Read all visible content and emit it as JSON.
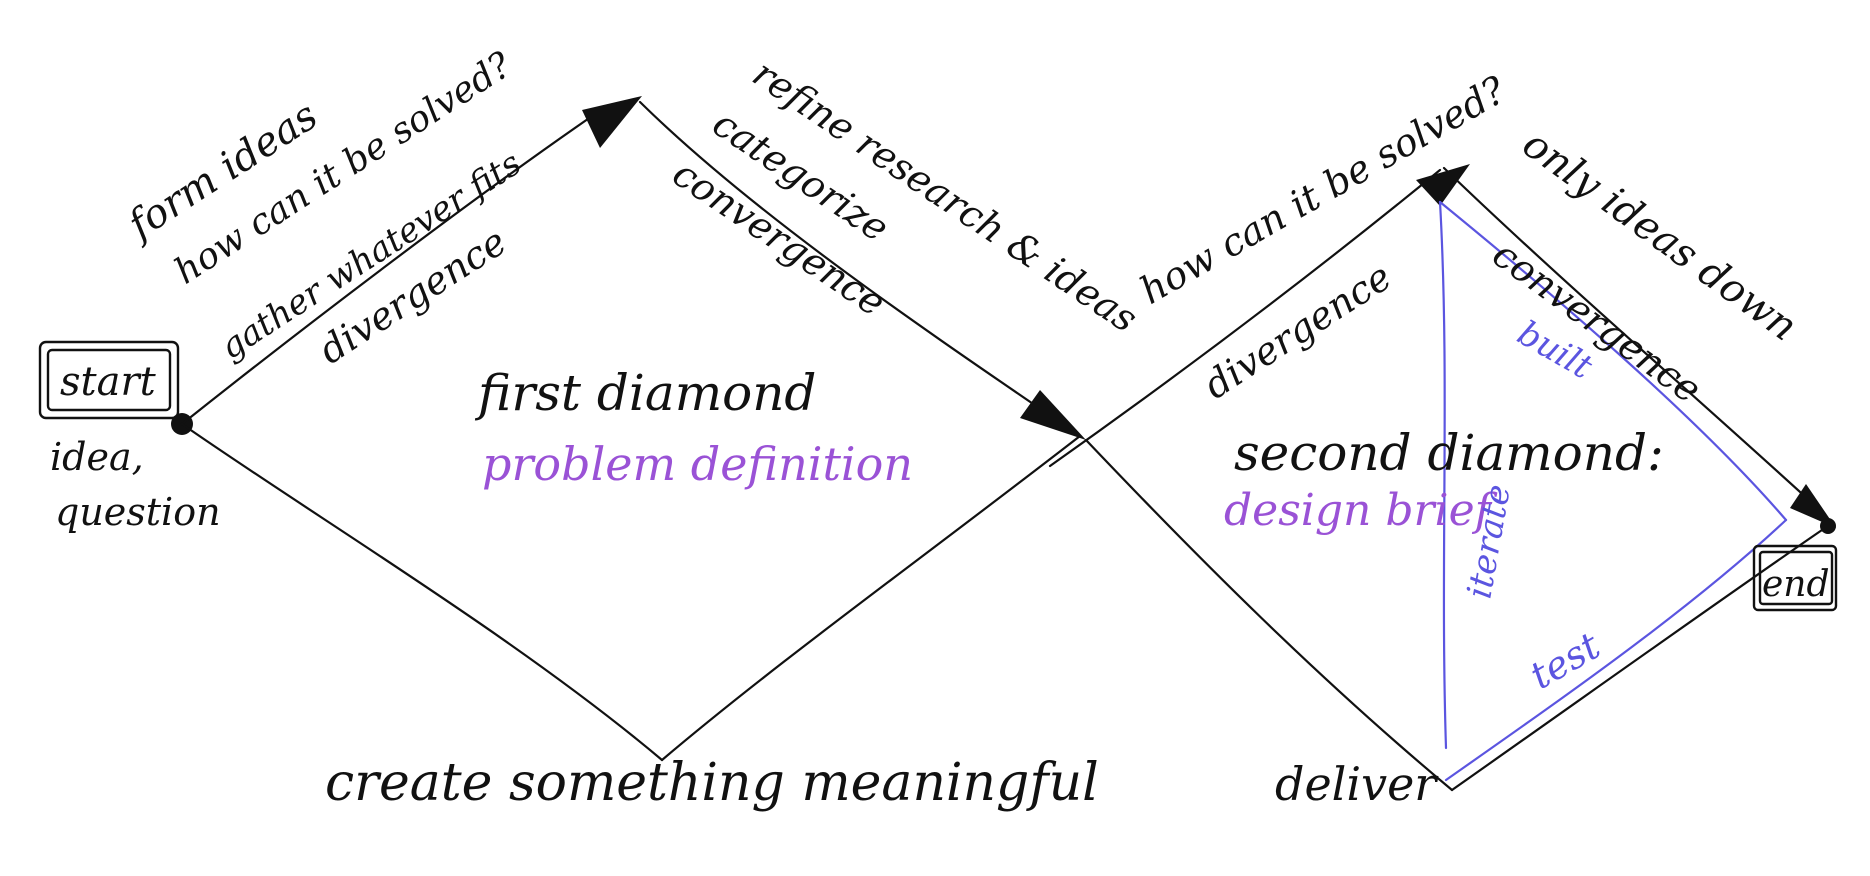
{
  "labels": {
    "start": "start",
    "idea_question": "idea, question",
    "form_ideas": "form ideas",
    "how_can_it_be_solved_1": "how can it be solved?",
    "gather_whatever_fits": "gather whatever fits",
    "divergence_1": "divergence",
    "refine_research": "refine research & ideas",
    "categorize": "categorize",
    "convergence_1": "convergence",
    "first_diamond": "first diamond",
    "problem_definition": "problem definition",
    "create_something_meaningful": "create something meaningful",
    "how_can_it_be_solved_2": "how can it be solved?",
    "divergence_2": "divergence",
    "only_ideas_down": "only ideas down",
    "convergence_2": "convergence",
    "build": "built",
    "second_diamond": "second diamond:",
    "design_brief": "design brief",
    "iterate": "iterate",
    "test": "test",
    "deliver": "deliver",
    "end": "end"
  },
  "colors": {
    "ink": "#111111",
    "purple": "#9a52d6",
    "blue": "#5b55e0",
    "background": "#ffffff"
  }
}
